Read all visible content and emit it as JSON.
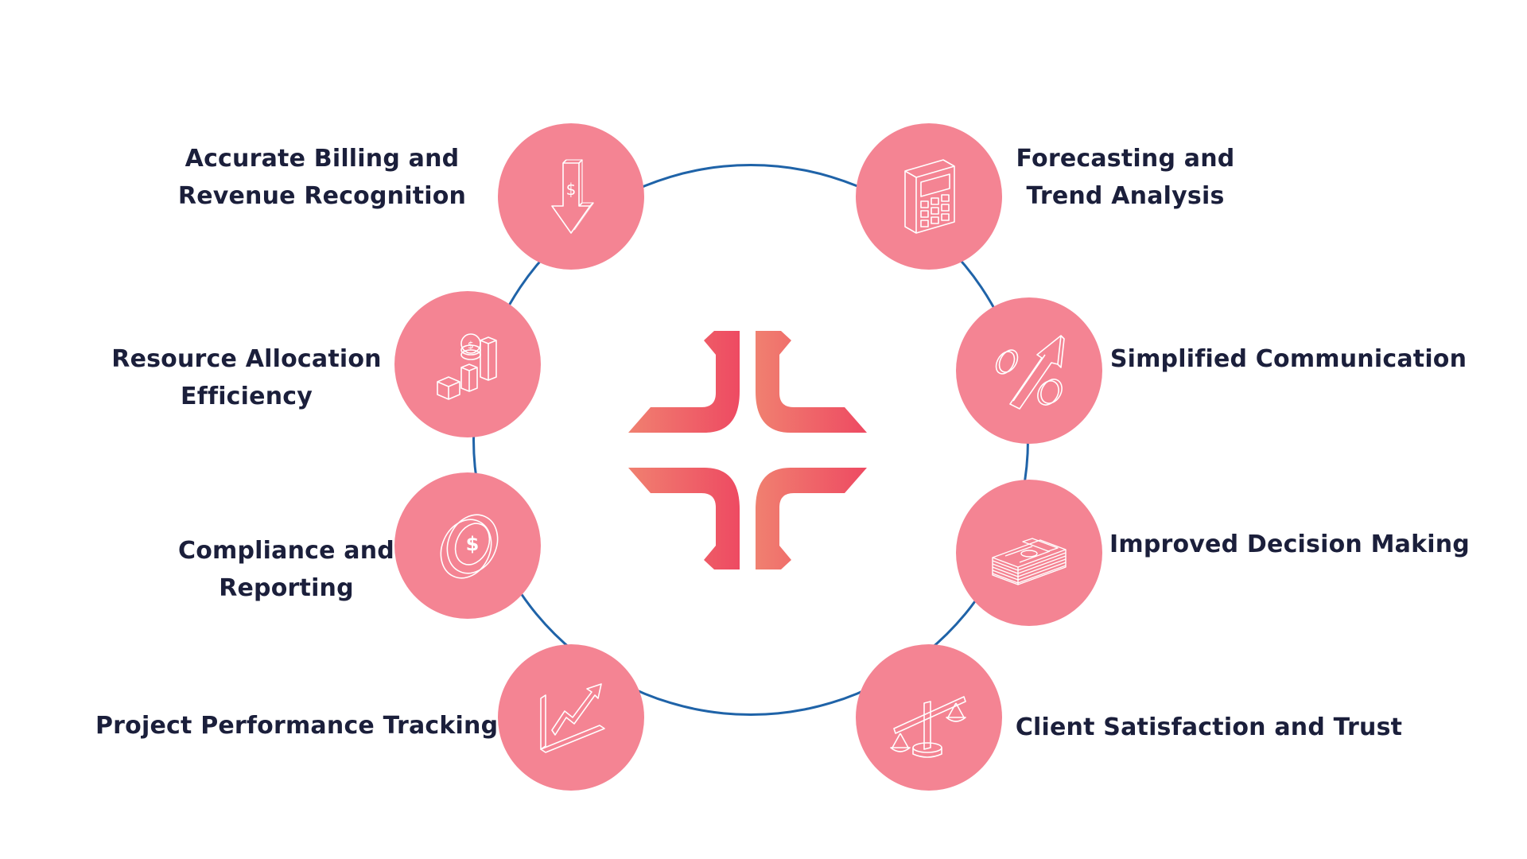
{
  "colors": {
    "node_fill": "#f48493",
    "ring_stroke": "#1f63a8",
    "label_text": "#1b1f3b",
    "logo_start": "#f08070",
    "logo_end": "#ee4a62"
  },
  "center_logo": {
    "icon": "cross-arrows-logo"
  },
  "benefits": {
    "accurate_billing": {
      "icon": "dollar-down-arrow-icon",
      "lines": [
        "Accurate Billing and",
        "Revenue Recognition"
      ]
    },
    "resource_allocation": {
      "icon": "coin-bar-chart-icon",
      "lines": [
        "Resource Allocation",
        "Efficiency"
      ]
    },
    "compliance": {
      "icon": "dollar-coin-icon",
      "lines": [
        "Compliance and",
        "Reporting"
      ]
    },
    "project_performance": {
      "icon": "rising-chart-icon",
      "lines": [
        "Project Performance Tracking"
      ]
    },
    "forecasting": {
      "icon": "calculator-icon",
      "lines": [
        "Forecasting and",
        "Trend Analysis"
      ]
    },
    "simplified_communication": {
      "icon": "percent-arrow-icon",
      "lines": [
        "Simplified Communication"
      ]
    },
    "improved_decision": {
      "icon": "money-stack-icon",
      "lines": [
        "Improved Decision Making"
      ]
    },
    "client_satisfaction": {
      "icon": "balance-scale-icon",
      "lines": [
        "Client Satisfaction and Trust"
      ]
    }
  }
}
